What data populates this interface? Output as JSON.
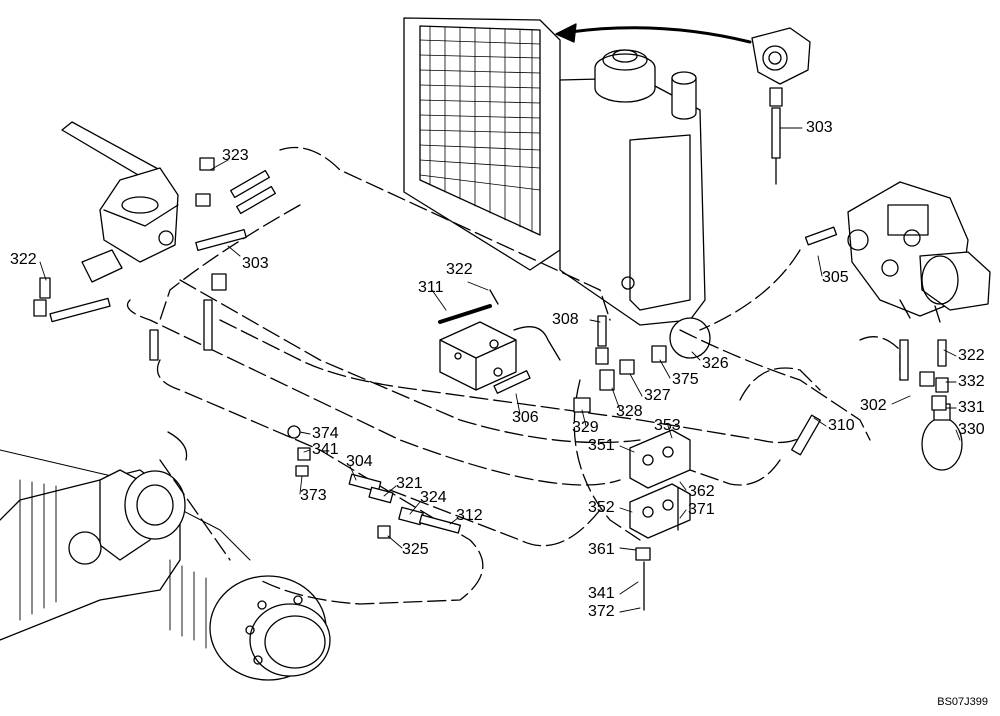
{
  "drawing_code": "BS07J399",
  "part_labels": [
    "303",
    "323",
    "303",
    "322",
    "322",
    "311",
    "308",
    "326",
    "375",
    "327",
    "328",
    "329",
    "306",
    "305",
    "322",
    "332",
    "302",
    "331",
    "330",
    "310",
    "353",
    "351",
    "374",
    "341",
    "304",
    "373",
    "321",
    "324",
    "312",
    "325",
    "362",
    "352",
    "371",
    "361",
    "341",
    "372"
  ]
}
